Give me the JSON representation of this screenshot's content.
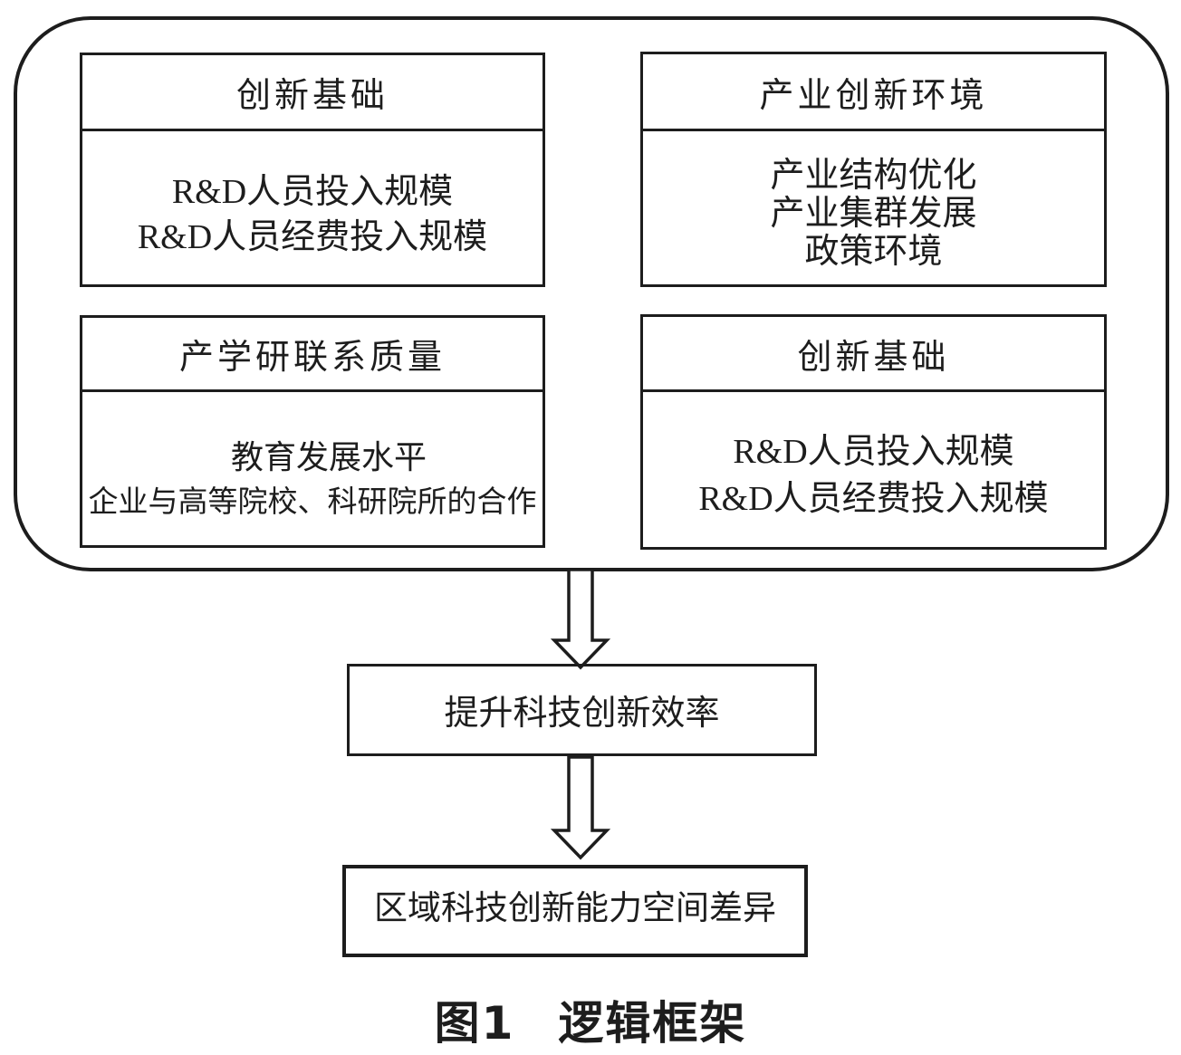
{
  "figure": {
    "groups": [
      {
        "header": "创新基础",
        "lines": [
          "R&D人员投入规模",
          "R&D人员经费投入规模"
        ]
      },
      {
        "header": "产业创新环境",
        "lines": [
          "产业结构优化",
          "产业集群发展",
          "政策环境"
        ]
      },
      {
        "header": "产学研联系质量",
        "lines": [
          "教育发展水平",
          "企业与高等院校、科研院所的合作"
        ]
      },
      {
        "header": "创新基础",
        "lines": [
          "R&D人员投入规模",
          "R&D人员经费投入规模"
        ]
      }
    ],
    "flow": [
      {
        "label": "提升科技创新效率"
      },
      {
        "label": "区域科技创新能力空间差异"
      }
    ],
    "caption": {
      "prefix": "图1",
      "title": "逻辑框架"
    },
    "colors": {
      "stroke": "#1d1d1d",
      "background": "#ffffff"
    }
  }
}
